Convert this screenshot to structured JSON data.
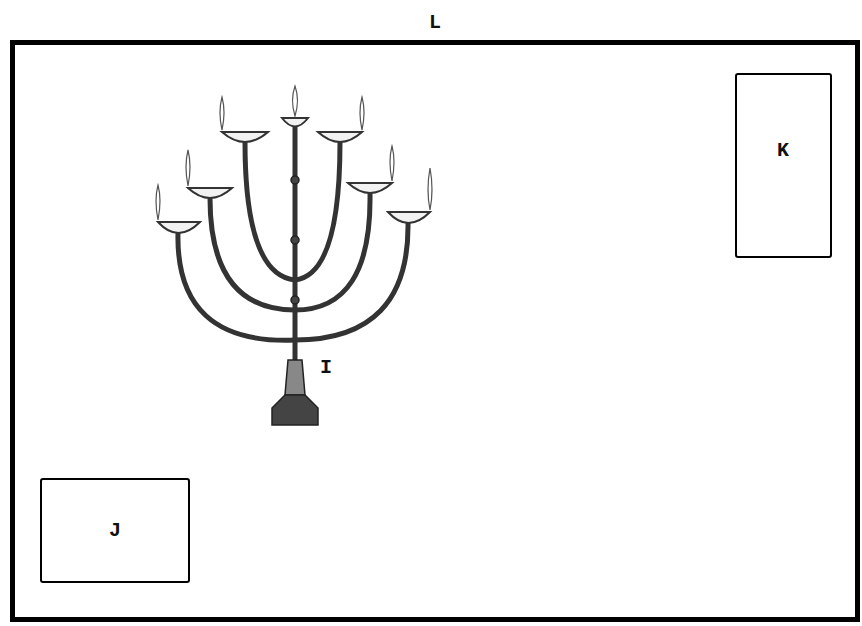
{
  "diagram": {
    "nodes": [
      {
        "text": [
          "L"
        ]
      },
      {
        "text": [
          "K"
        ],
        "in": 0
      },
      {
        "text": [
          "J"
        ],
        "in": 0
      }
    ],
    "labels": [
      "I"
    ]
  }
}
